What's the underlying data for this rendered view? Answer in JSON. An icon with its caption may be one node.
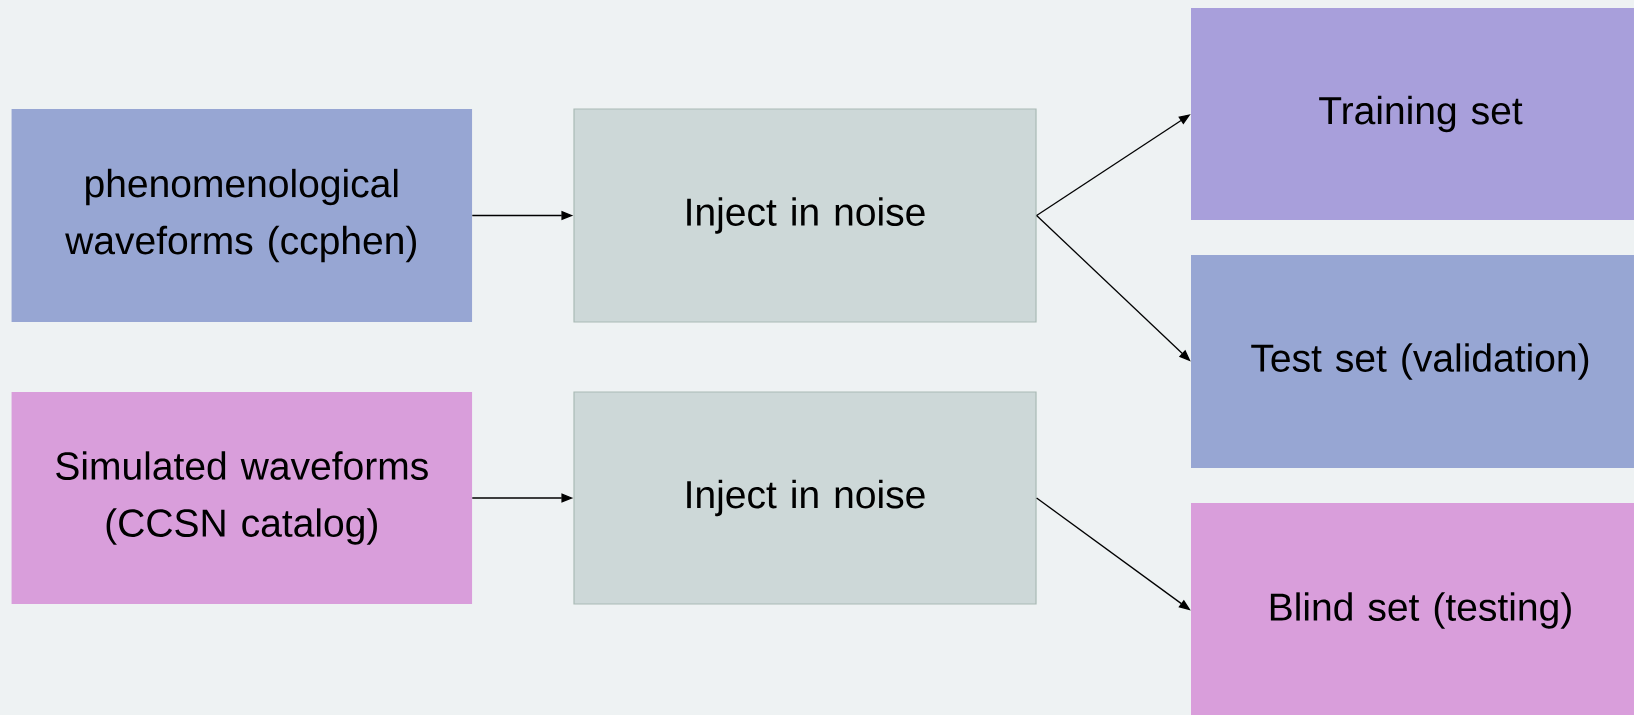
{
  "diagram": {
    "nodes": [
      {
        "text": [
          "phenomenological waveforms (ccphen)"
        ]
      },
      {
        "text": [
          "Inject in noise"
        ]
      },
      {
        "text": [
          "Simulated waveforms (CCSN catalog)"
        ]
      },
      {
        "text": [
          "Inject in noise"
        ]
      },
      {
        "text": [
          "Training set"
        ]
      },
      {
        "text": [
          "Test set (validation)"
        ]
      },
      {
        "text": [
          "Blind set (testing)"
        ]
      }
    ],
    "edges": [
      {
        "from": 0,
        "to": 1,
        "arrow": "to"
      },
      {
        "from": 2,
        "to": 3,
        "arrow": "to"
      },
      {
        "from": 1,
        "to": 4,
        "arrow": "to"
      },
      {
        "from": 1,
        "to": 5,
        "arrow": "to"
      },
      {
        "from": 3,
        "to": 6,
        "arrow": "to"
      }
    ]
  }
}
